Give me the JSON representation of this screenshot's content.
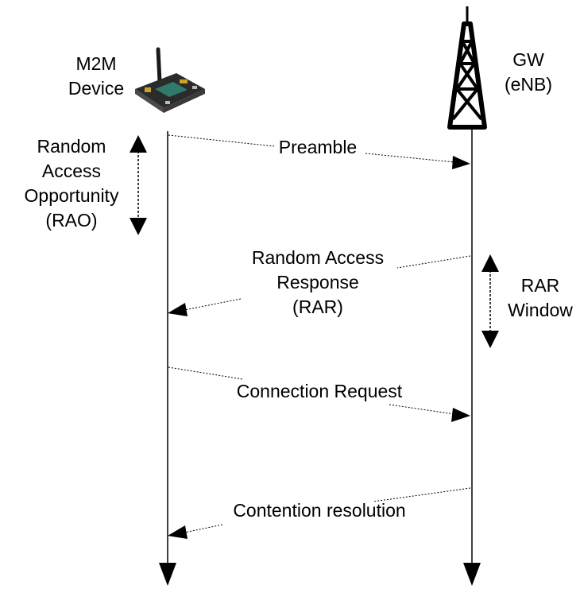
{
  "entities": {
    "device": {
      "label_line1": "M2M",
      "label_line2": "Device",
      "icon": "m2m-board-device-icon"
    },
    "gateway": {
      "label_line1": "GW",
      "label_line2": "(eNB)",
      "icon": "cell-tower-icon"
    }
  },
  "timers": {
    "rao": {
      "lines": [
        "Random",
        "Access",
        "Opportunity",
        "(RAO)"
      ]
    },
    "rar_window": {
      "lines": [
        "RAR",
        "Window"
      ]
    }
  },
  "messages": [
    {
      "lines": [
        "Preamble"
      ],
      "direction": "device-to-gateway"
    },
    {
      "lines": [
        "Random Access",
        "Response",
        "(RAR)"
      ],
      "direction": "gateway-to-device"
    },
    {
      "lines": [
        "Connection Request"
      ],
      "direction": "device-to-gateway"
    },
    {
      "lines": [
        "Contention resolution"
      ],
      "direction": "gateway-to-device"
    }
  ]
}
